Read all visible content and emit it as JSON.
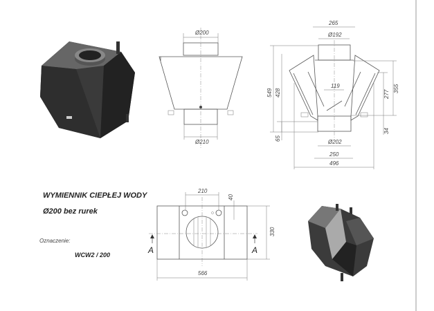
{
  "title": "WYMIENNIK CIEPŁEJ WODY",
  "subtitle": "Ø200 bez rurek",
  "designation_label": "Oznaczenie:",
  "designation_value": "WCW2 / 200",
  "front_view": {
    "top_diameter": "Ø200",
    "bottom_diameter": "Ø210"
  },
  "side_view": {
    "width_top": "265",
    "top_diameter": "Ø192",
    "inner_width": "119",
    "bottom_diameter": "Ø202",
    "bottom_width": "250",
    "total_width": "496",
    "total_height": "549",
    "body_height": "428",
    "bottom_offset": "65",
    "right_height": "355",
    "inner_height": "277",
    "spigot_height": "34"
  },
  "top_view": {
    "hole_spacing": "210",
    "hole_offset": "40",
    "depth": "330",
    "length": "566",
    "section_mark": "A"
  }
}
